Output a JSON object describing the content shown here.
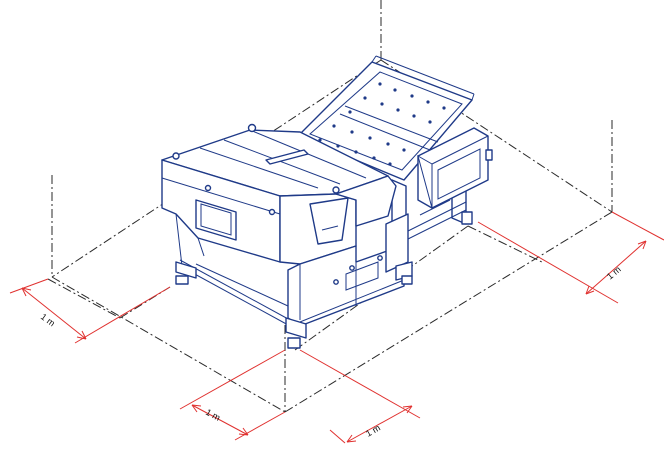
{
  "colors": {
    "machine": "#1f3a88",
    "dimension": "#e0312f",
    "boundary": "#2a2a2a",
    "background": "#ffffff"
  },
  "dimensions": {
    "left_side": "1 m",
    "front_left": "1 m",
    "front_right": "1 m",
    "right_side": "1 m"
  }
}
